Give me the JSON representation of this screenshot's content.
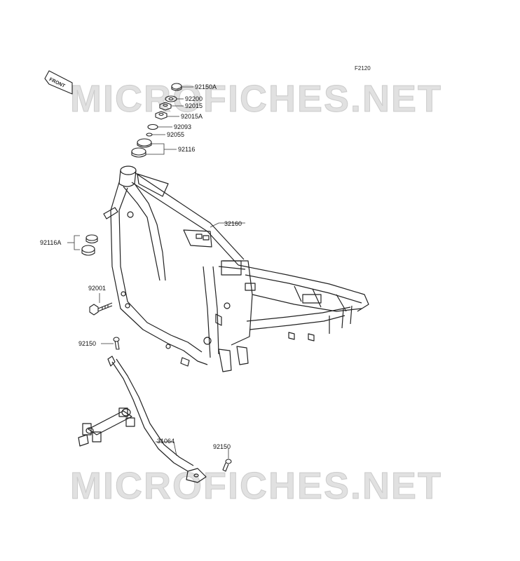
{
  "diagram": {
    "code": "F2120",
    "watermark": "MICROFICHES.NET",
    "front_arrow_label": "FRONT",
    "parts": [
      {
        "label": "92150A"
      },
      {
        "label": "92200"
      },
      {
        "label": "92015"
      },
      {
        "label": "92015A"
      },
      {
        "label": "92093"
      },
      {
        "label": "92055"
      },
      {
        "label": "92116"
      },
      {
        "label": "32160"
      },
      {
        "label": "92116A"
      },
      {
        "label": "92001"
      },
      {
        "label": "92150"
      },
      {
        "label": "31064"
      },
      {
        "label": "92150"
      }
    ]
  }
}
